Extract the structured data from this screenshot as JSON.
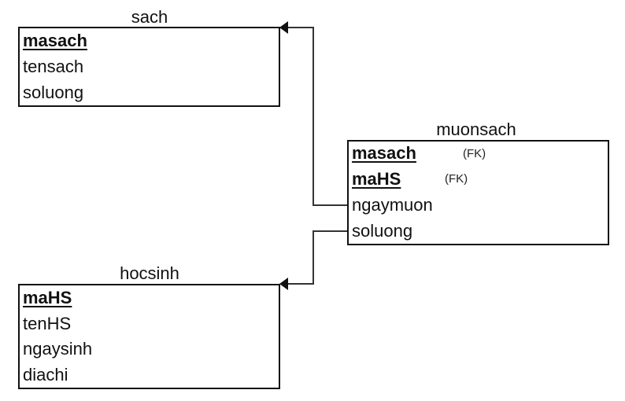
{
  "entities": {
    "sach": {
      "title": "sach",
      "attributes": [
        {
          "name": "masach",
          "pk": true
        },
        {
          "name": "tensach",
          "pk": false
        },
        {
          "name": "soluong",
          "pk": false
        }
      ]
    },
    "muonsach": {
      "title": "muonsach",
      "attributes": [
        {
          "name": "masach",
          "pk": true,
          "fk": "(FK)"
        },
        {
          "name": "maHS",
          "pk": true,
          "fk": "(FK)"
        },
        {
          "name": "ngaymuon",
          "pk": false
        },
        {
          "name": "soluong",
          "pk": false
        }
      ]
    },
    "hocsinh": {
      "title": "hocsinh",
      "attributes": [
        {
          "name": "maHS",
          "pk": true
        },
        {
          "name": "tenHS",
          "pk": false
        },
        {
          "name": "ngaysinh",
          "pk": false
        },
        {
          "name": "diachi",
          "pk": false
        }
      ]
    }
  }
}
